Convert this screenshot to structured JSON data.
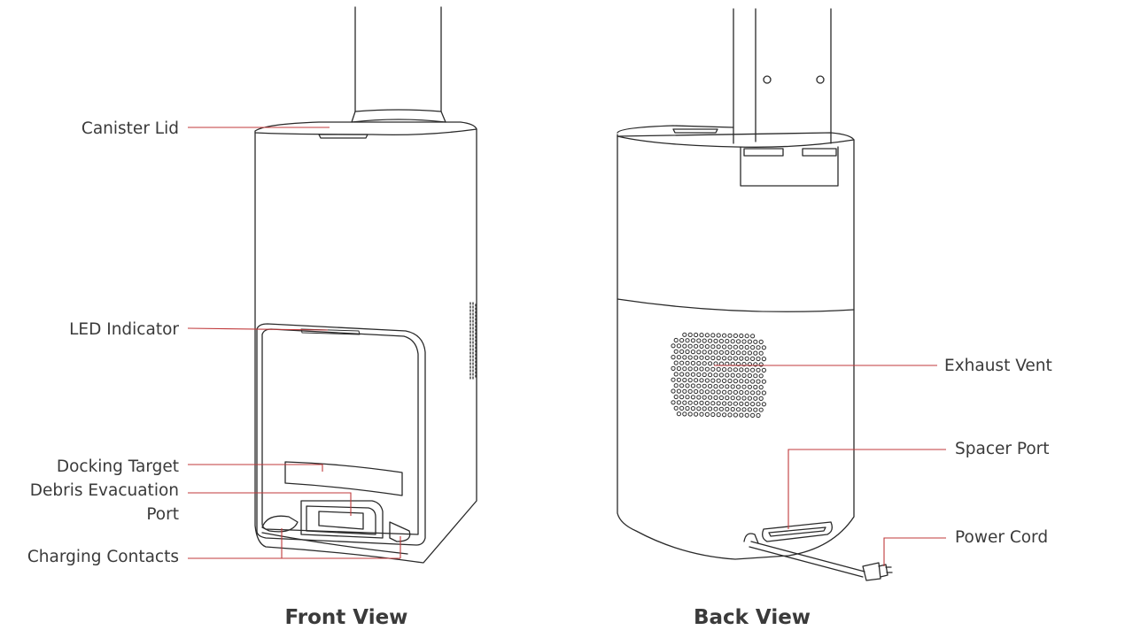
{
  "front_view": {
    "title": "Front View",
    "labels": {
      "canister_lid": "Canister Lid",
      "led_indicator": "LED Indicator",
      "docking_target": "Docking Target",
      "debris_port_line1": "Debris Evacuation",
      "debris_port_line2": "Port",
      "charging_contacts": "Charging Contacts"
    }
  },
  "back_view": {
    "title": "Back View",
    "labels": {
      "exhaust_vent": "Exhaust Vent",
      "spacer_port": "Spacer Port",
      "power_cord": "Power Cord"
    }
  },
  "colors": {
    "leader_line": "#c0393b",
    "outline": "#2a2a2a",
    "text": "#3a3a3a"
  }
}
